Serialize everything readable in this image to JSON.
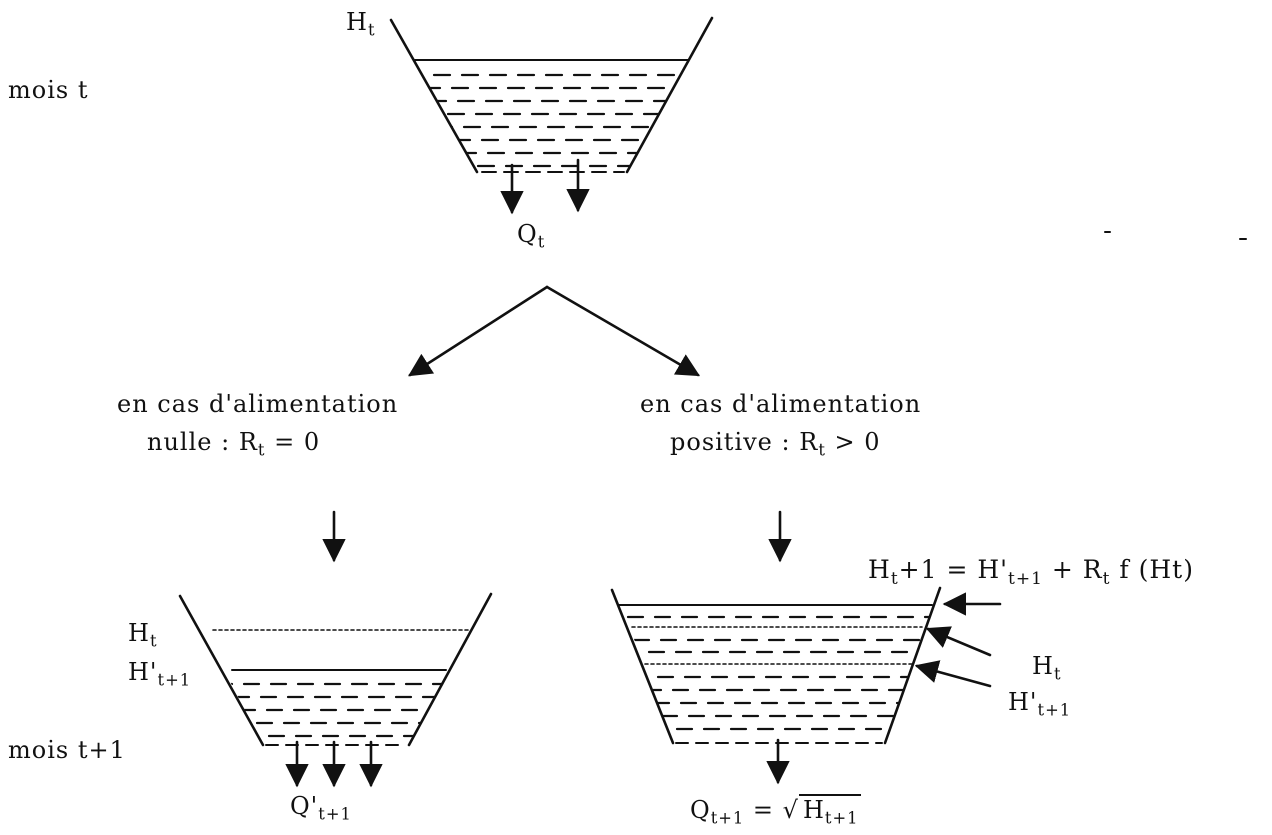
{
  "top": {
    "month_label": "mois t",
    "level_label": {
      "main": "H",
      "sub": "t"
    },
    "discharge_label": {
      "main": "Q",
      "sub": "t"
    }
  },
  "left_branch": {
    "case_line1": "en cas d'alimentation",
    "case_line2_pre": "nulle  : R",
    "case_line2_sub": "t",
    "case_line2_post": " = 0",
    "level_old": {
      "main": "H",
      "sub": "t"
    },
    "level_new": {
      "main": "H'",
      "sub": "t+1"
    },
    "discharge": {
      "main": "Q'",
      "sub": "t+1"
    }
  },
  "right_branch": {
    "case_line1": "en cas d'alimentation",
    "case_line2_pre": "positive :  R",
    "case_line2_sub": "t",
    "case_line2_post": "  >  0",
    "equation": {
      "h": "H",
      "h_sub": "t",
      "plus1": "+1  =  H'",
      "hp_sub": "t+1",
      "plus": " + R",
      "rt_sub": "t",
      "func": " f (Ht)"
    },
    "level_old": {
      "main": "H",
      "sub": "t"
    },
    "level_new": {
      "main": "H'",
      "sub": "t+1"
    },
    "discharge": {
      "q": "Q",
      "q_sub": "t+1",
      "eq": "  =  ",
      "root_symbol": "√",
      "h": "H",
      "h_sub": "t+1"
    }
  },
  "bottom": {
    "month_label": "mois t+1"
  }
}
